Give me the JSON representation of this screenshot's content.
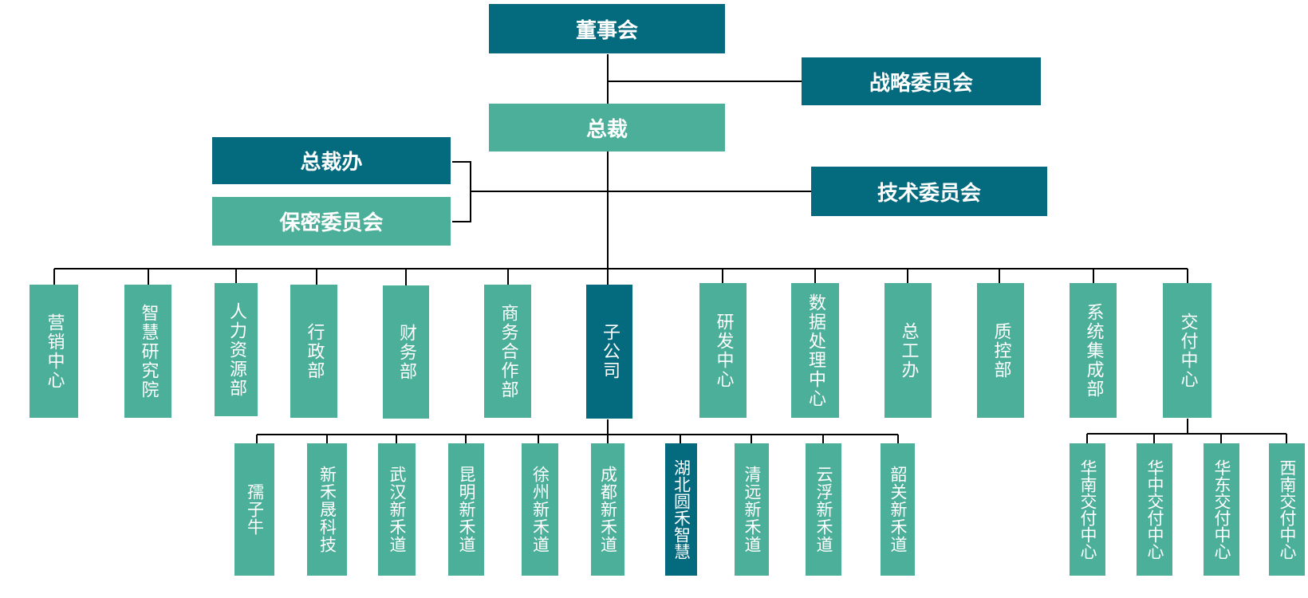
{
  "colors": {
    "dark": "#046a7e",
    "light": "#4caf99",
    "line": "#000000"
  },
  "board": "董事会",
  "strategy_committee": "战略委员会",
  "president": "总裁",
  "president_office": "总裁办",
  "confidentiality_committee": "保密委员会",
  "tech_committee": "技术委员会",
  "departments": [
    "营销中心",
    "智慧研究院",
    "人力资源部",
    "行政部",
    "财务部",
    "商务合作部",
    "子公司",
    "研发中心",
    "数据处理中心",
    "总工办",
    "质控部",
    "系统集成部",
    "交付中心"
  ],
  "subsidiaries": [
    "孺子牛",
    "新禾晟科技",
    "武汉新禾道",
    "昆明新禾道",
    "徐州新禾道",
    "成都新禾道",
    "湖北圆禾智慧",
    "清远新禾道",
    "云浮新禾道",
    "韶关新禾道"
  ],
  "delivery_centers": [
    "华南交付中心",
    "华中交付中心",
    "华东交付中心",
    "西南交付中心"
  ]
}
